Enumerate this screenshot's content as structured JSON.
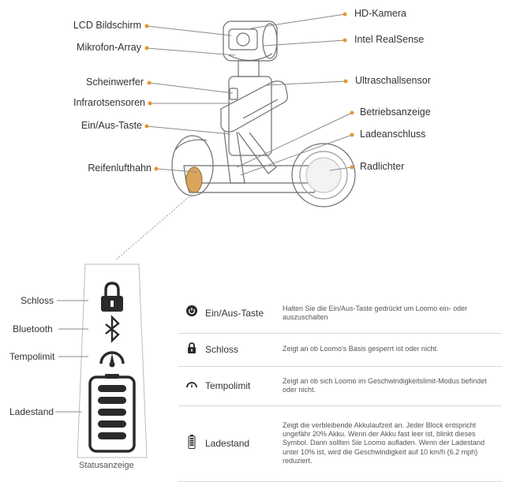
{
  "callouts": {
    "left": [
      "LCD Bildschirm",
      "Mikrofon-Array",
      "Scheinwerfer",
      "Infrarotsensoren",
      "Ein/Aus-Taste",
      "Reifenlufthahn"
    ],
    "right": [
      "HD-Kamera",
      "Intel RealSense",
      "Ultraschallsensor",
      "Betriebsanzeige",
      "Ladeanschluss",
      "Radlichter"
    ]
  },
  "status_panel": {
    "indicators": [
      "Schloss",
      "Bluetooth",
      "Tempolimit",
      "Ladestand"
    ],
    "caption": "Statusanzeige"
  },
  "legend": [
    {
      "icon": "power-icon",
      "name": "Ein/Aus-Taste",
      "description": "Halten Sie die Ein/Aus-Taste gedrückt um Loomo ein- oder auszuschalten"
    },
    {
      "icon": "lock-icon",
      "name": "Schloss",
      "description": "Zeigt an ob Loomo's Basis gesperrt ist oder nicht."
    },
    {
      "icon": "speedometer-icon",
      "name": "Tempolimit",
      "description": "Zeigt an ob sich Loomo im Geschwindigkeitslimit-Modus befindet oder nicht."
    },
    {
      "icon": "battery-icon",
      "name": "Ladestand",
      "description": "Zeigt die verbleibende Akkulaufzeit an. Jeder Block entspricht ungefähr 20% Akku. Wenn der Akku fast leer ist, blinkt dieses Symbol. Dann sollten Sie Loomo aufladen. Wenn der Ladestand unter 10% ist, wird die Geschwindigkeit auf 10 km/h (6.2 mph) reduziert."
    }
  ],
  "colors": {
    "accent": "#e8962e",
    "line": "#8a8a8a",
    "dark": "#2a2a2a"
  }
}
